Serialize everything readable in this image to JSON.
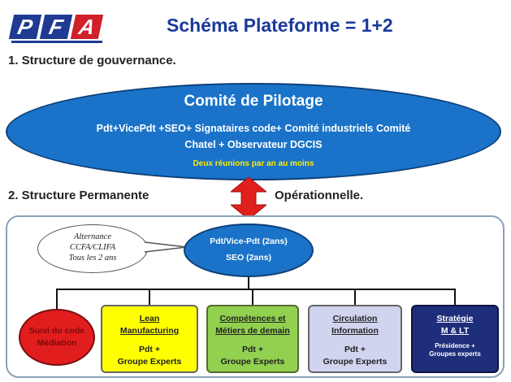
{
  "header": {
    "logo_text": "PFA",
    "title": "Schéma Plateforme = 1+2"
  },
  "section1": {
    "label": "1.  Structure de gouvernance."
  },
  "pilotage": {
    "title": "Comité de Pilotage",
    "line1": "Pdt+VicePdt +SEO+ Signataires code+ Comité industriels Comité",
    "line2": "Chatel + Observateur  DGCIS",
    "note": "Deux réunions par an au moins"
  },
  "section2": {
    "label_left": "2. Structure Permanente",
    "label_right": "Opérationnelle."
  },
  "callout": {
    "line1": "Alternance",
    "line2": "CCFA/CLIFA",
    "line3": "Tous les 2 ans"
  },
  "center": {
    "line1": "Pdt/Vice-Pdt (2ans)",
    "line2": "SEO (2ans)"
  },
  "boxes": {
    "red": {
      "line1": "Suivi du code",
      "line2": "Médiation"
    },
    "yellow": {
      "title1": "Lean",
      "title2": "Manufacturing",
      "sub1": "Pdt +",
      "sub2": "Groupe Experts"
    },
    "green": {
      "title1": "Compétences et",
      "title2": "Métiers de demain",
      "sub1": "Pdt +",
      "sub2": "Groupe Experts"
    },
    "lavender": {
      "title1": "Circulation",
      "title2": "Information",
      "sub1": "Pdt +",
      "sub2": "Groupe Experts"
    },
    "navy": {
      "title1": "Stratégie",
      "title2": "M & LT",
      "sub1": "Présidence +",
      "sub2": "Groupes experts"
    }
  },
  "colors": {
    "ellipse_blue": "#1a73c8",
    "title_blue": "#1a3a9a",
    "arrow_red": "#e0201d",
    "yellow": "#ffff00",
    "green": "#92d050",
    "lavender": "#d0d4ee",
    "navy": "#1e2e7a"
  }
}
